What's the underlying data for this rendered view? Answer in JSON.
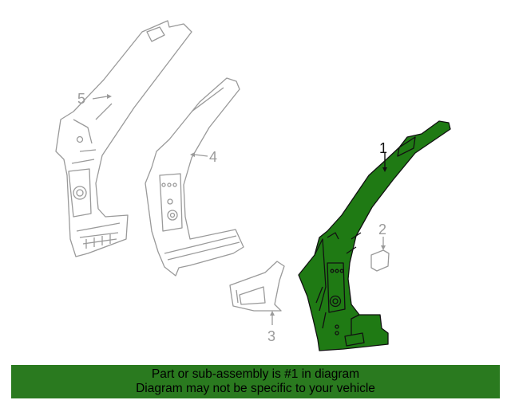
{
  "colors": {
    "highlight": "#2a7a1f",
    "highlight_fill": "#1f7a14",
    "line_gray": "#9a9a9a",
    "dark_line": "#111111",
    "banner_text": "#000000"
  },
  "callouts": [
    {
      "id": "part-1",
      "label": "1",
      "highlighted": true
    },
    {
      "id": "part-2",
      "label": "2",
      "highlighted": false
    },
    {
      "id": "part-3",
      "label": "3",
      "highlighted": false
    },
    {
      "id": "part-4",
      "label": "4",
      "highlighted": false
    },
    {
      "id": "part-5",
      "label": "5",
      "highlighted": false
    }
  ],
  "banner": {
    "line1": "Part or sub-assembly is #1 in diagram",
    "line2": "Diagram may not be specific to your vehicle"
  }
}
